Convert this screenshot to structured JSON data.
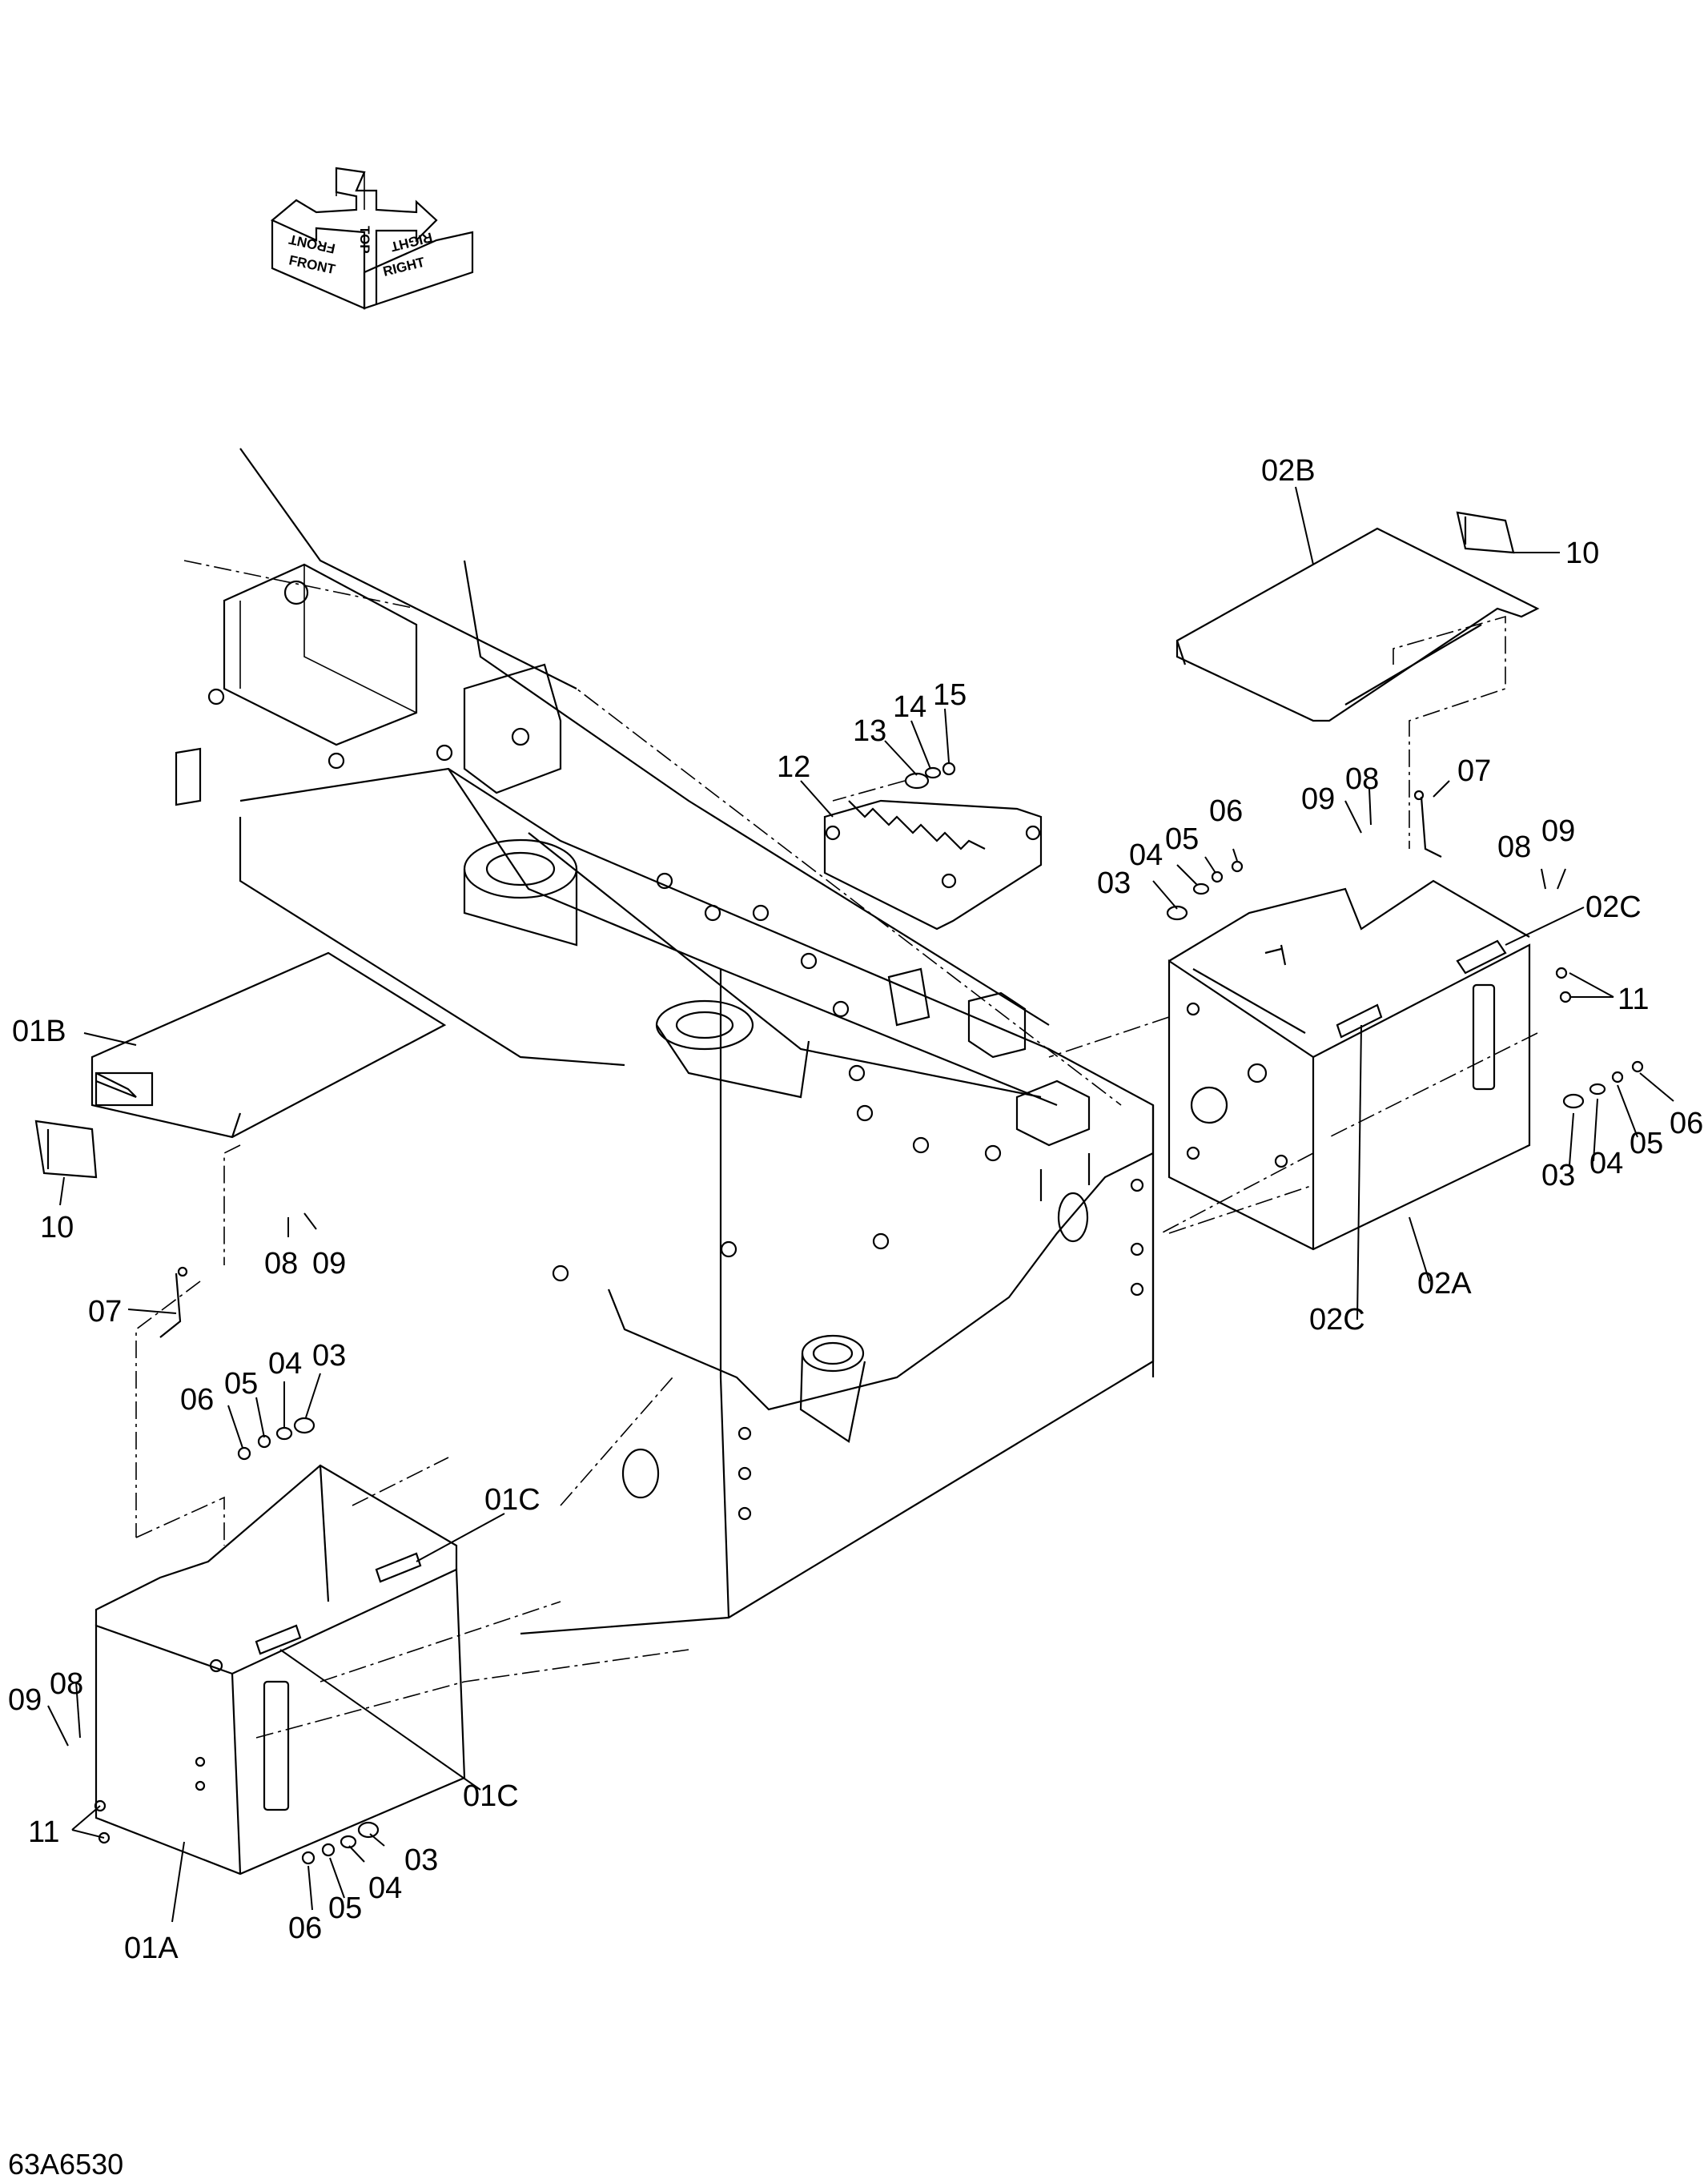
{
  "orientation": {
    "front": "FRONT",
    "top": "TOP",
    "right": "RIGHT"
  },
  "callouts": {
    "c02B": "02B",
    "c10_right": "10",
    "c13": "13",
    "c14": "14",
    "c15": "15",
    "c12": "12",
    "c09_r1": "09",
    "c08_r1": "08",
    "c07_r": "07",
    "c03_r1": "03",
    "c04_r1": "04",
    "c05_r1": "05",
    "c06_r1": "06",
    "c08_r2": "08",
    "c09_r2": "09",
    "c02C_top": "02C",
    "c11_right": "11",
    "c03_r2": "03",
    "c04_r2": "04",
    "c05_r2": "05",
    "c06_r2": "06",
    "c02C_bottom": "02C",
    "c02A": "02A",
    "c01B": "01B",
    "c10_left": "10",
    "c08_l1": "08",
    "c09_l1": "09",
    "c07_l": "07",
    "c06_l1": "06",
    "c05_l1": "05",
    "c04_l1": "04",
    "c03_l1": "03",
    "c01C_top": "01C",
    "c09_l2": "09",
    "c08_l2": "08",
    "c11_left": "11",
    "c01C_bottom": "01C",
    "c03_l2": "03",
    "c04_l2": "04",
    "c06_l2": "06",
    "c05_l2": "05",
    "c01A": "01A"
  },
  "drawing_code": "63A6530"
}
